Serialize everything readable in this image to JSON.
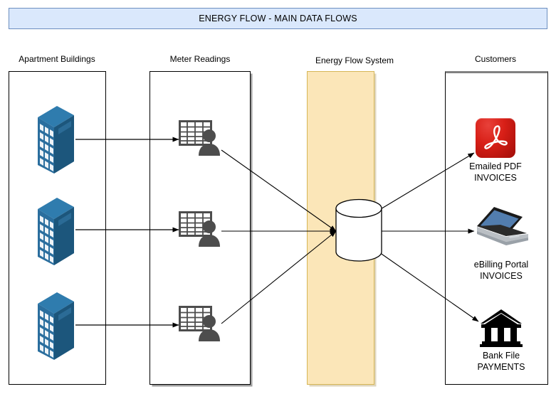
{
  "diagram": {
    "title": "ENERGY FLOW - MAIN DATA FLOWS",
    "type": "data-flow-diagram"
  },
  "colors": {
    "banner_fill": "#dae8fc",
    "banner_border": "#6c8ebf",
    "system_lane_fill": "#fbe6b8",
    "system_lane_border": "#d6b656",
    "building_front": "#2a6e9e",
    "building_side": "#1f5c85",
    "building_roof": "#2f7cae",
    "window_fill": "#eef3f7",
    "meter_icon": "#4d4d4d",
    "pdf_red": "#d81f17",
    "bank_black": "#000000",
    "connector": "#000000"
  },
  "columns": [
    {
      "id": "apartment-buildings",
      "header": "Apartment Buildings"
    },
    {
      "id": "meter-readings",
      "header": "Meter Readings"
    },
    {
      "id": "energy-flow-system",
      "header": "Energy Flow System"
    },
    {
      "id": "customers",
      "header": "Customers"
    }
  ],
  "nodes": {
    "buildings": [
      {
        "id": "building-1",
        "label": ""
      },
      {
        "id": "building-2",
        "label": ""
      },
      {
        "id": "building-3",
        "label": ""
      }
    ],
    "meters": [
      {
        "id": "meter-reading-1",
        "label": ""
      },
      {
        "id": "meter-reading-2",
        "label": ""
      },
      {
        "id": "meter-reading-3",
        "label": ""
      }
    ],
    "database": {
      "id": "energy-flow-database",
      "label": ""
    },
    "outputs": [
      {
        "id": "emailed-pdf-invoices",
        "icon": "pdf-icon",
        "line1": "Emailed PDF",
        "line2": "INVOICES"
      },
      {
        "id": "ebilling-portal",
        "icon": "laptop-icon",
        "line1": "eBilling Portal",
        "line2": "INVOICES"
      },
      {
        "id": "bank-file-payments",
        "icon": "bank-icon",
        "line1": "Bank File",
        "line2": "PAYMENTS"
      }
    ]
  },
  "edges": [
    {
      "from": "building-1",
      "to": "meter-reading-1"
    },
    {
      "from": "building-2",
      "to": "meter-reading-2"
    },
    {
      "from": "building-3",
      "to": "meter-reading-3"
    },
    {
      "from": "meter-reading-1",
      "to": "energy-flow-database"
    },
    {
      "from": "meter-reading-2",
      "to": "energy-flow-database"
    },
    {
      "from": "meter-reading-3",
      "to": "energy-flow-database"
    },
    {
      "from": "energy-flow-database",
      "to": "emailed-pdf-invoices"
    },
    {
      "from": "energy-flow-database",
      "to": "ebilling-portal"
    },
    {
      "from": "energy-flow-database",
      "to": "bank-file-payments"
    }
  ]
}
